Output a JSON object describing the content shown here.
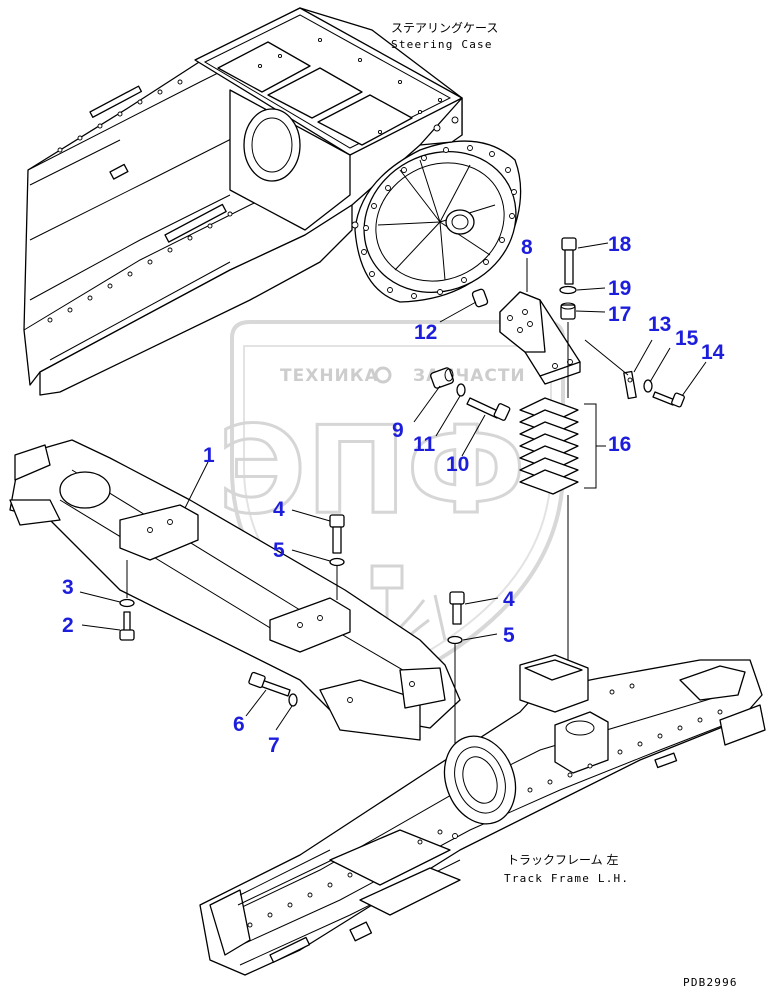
{
  "labels": {
    "steering_case_jp": "ステアリングケース",
    "steering_case_en": "Steering Case",
    "track_frame_jp": "トラックフレーム 左",
    "track_frame_en": "Track Frame L.H.",
    "drawing_code": "PDB2996"
  },
  "watermark": {
    "company_left": "ТЕХНИКА",
    "company_right": "ЗАПЧАСТИ",
    "logo": "ЭПФ"
  },
  "callouts": [
    {
      "id": "c1",
      "text": "1"
    },
    {
      "id": "c2",
      "text": "2"
    },
    {
      "id": "c3",
      "text": "3"
    },
    {
      "id": "c4a",
      "text": "4"
    },
    {
      "id": "c4b",
      "text": "4"
    },
    {
      "id": "c5a",
      "text": "5"
    },
    {
      "id": "c5b",
      "text": "5"
    },
    {
      "id": "c6",
      "text": "6"
    },
    {
      "id": "c7",
      "text": "7"
    },
    {
      "id": "c8",
      "text": "8"
    },
    {
      "id": "c9",
      "text": "9"
    },
    {
      "id": "c10",
      "text": "10"
    },
    {
      "id": "c11",
      "text": "11"
    },
    {
      "id": "c12",
      "text": "12"
    },
    {
      "id": "c13",
      "text": "13"
    },
    {
      "id": "c14",
      "text": "14"
    },
    {
      "id": "c15",
      "text": "15"
    },
    {
      "id": "c16",
      "text": "16"
    },
    {
      "id": "c17",
      "text": "17"
    },
    {
      "id": "c18",
      "text": "18"
    },
    {
      "id": "c19",
      "text": "19"
    }
  ],
  "colors": {
    "callout": "#1d1ddc",
    "line": "#000000",
    "watermark": "#c8c8c8"
  }
}
